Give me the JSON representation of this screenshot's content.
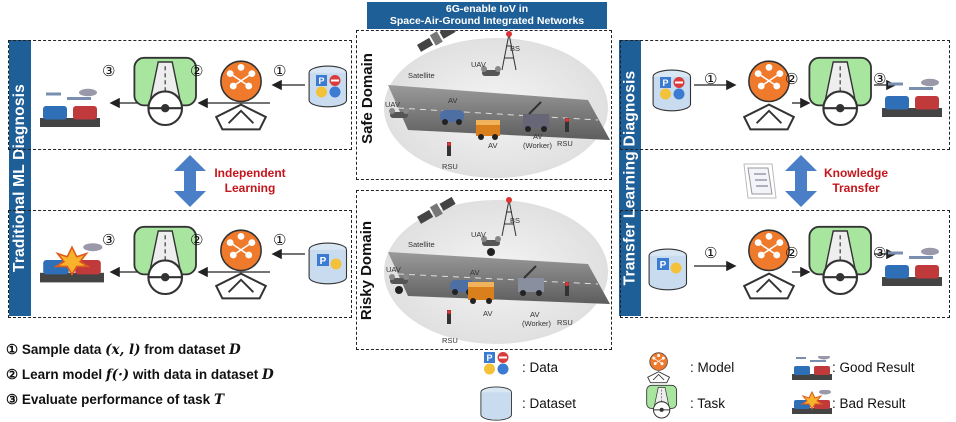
{
  "center": {
    "header_line1": "6G-enable IoV in",
    "header_line2": "Space-Air-Ground Integrated Networks",
    "safe_domain": "Safe Domain",
    "risky_domain": "Risky Domain",
    "node_labels": {
      "satellite": "Satellite",
      "uav": "UAV",
      "bs": "BS",
      "av": "AV",
      "rsu": "RSU",
      "worker": "(Worker)"
    }
  },
  "left": {
    "title": "Traditional ML Diagnosis",
    "middle_text_line1": "Independent",
    "middle_text_line2": "Learning"
  },
  "right": {
    "title": "Transfer Learning Diagnosis",
    "middle_text_line1": "Knowledge",
    "middle_text_line2": "Transfer"
  },
  "steps": {
    "s1": "①",
    "s2": "②",
    "s3": "③"
  },
  "legend_steps": {
    "step1_pre": "① Sample data ",
    "step1_math": "(x, l)",
    "step1_post": " from dataset ",
    "step1_var": "D",
    "step2_pre": "② Learn model ",
    "step2_math": "f(·)",
    "step2_post": " with data in dataset ",
    "step2_var": "D",
    "step3_pre": "③ Evaluate performance of task ",
    "step3_var": "T"
  },
  "legend": {
    "data": ": Data",
    "dataset": ": Dataset",
    "model": ": Model",
    "task": ": Task",
    "good": ": Good Result",
    "bad": ": Bad Result"
  },
  "colors": {
    "title_bar": "#1f5f97",
    "red_text": "#c4161c",
    "arrow_blue": "#4a7fc8",
    "dataset_fill": "#c9dcef",
    "road": "#6d6d6d",
    "model_orange": "#f07a2b",
    "task_green": "#a8e6a0"
  }
}
